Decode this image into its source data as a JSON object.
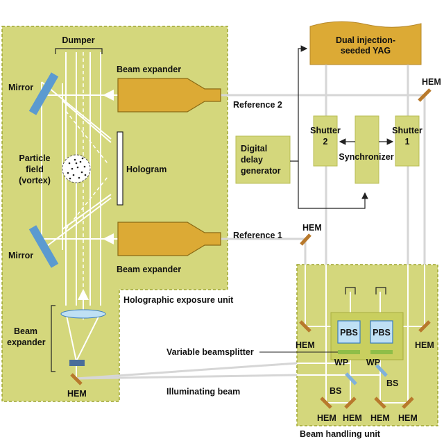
{
  "units": {
    "holographic_exposure": "Holographic exposure unit",
    "beam_handling": "Beam handling unit"
  },
  "components": {
    "laser_line1": "Dual injection-",
    "laser_line2": "seeded YAG",
    "dumper": "Dumper",
    "beam_expander_top": "Beam expander",
    "beam_expander_bottom": "Beam expander",
    "beam_expander_left_line1": "Beam",
    "beam_expander_left_line2": "expander",
    "mirror_top": "Mirror",
    "mirror_bottom": "Mirror",
    "particle_line1": "Particle",
    "particle_line2": "field",
    "particle_line3": "(vortex)",
    "hologram": "Hologram",
    "reference2": "Reference 2",
    "reference1": "Reference 1",
    "hem": "HEM",
    "shutter": "Shutter",
    "shutter2_num": "2",
    "shutter1_num": "1",
    "synchronizer": "Synchronizer",
    "delay_line1": "Digital",
    "delay_line2": "delay",
    "delay_line3": "generator",
    "pbs": "PBS",
    "wp": "WP",
    "bs": "BS",
    "variable_beamsplitter": "Variable beamsplitter",
    "illuminating_beam": "Illuminating beam"
  },
  "colors": {
    "unit_fill": "#d4d77c",
    "unit_border": "#9ea62e",
    "expander_fill": "#dcaa35",
    "expander_stroke": "#8a6a14",
    "mirror": "#5b9ad0",
    "hem": "#b8792c",
    "inner_box": "#c9cf5f",
    "beam": "#ffffff",
    "beam_outside": "#d6d6d6",
    "pbs_fill": "#bfe0f4",
    "pbs_stroke": "#3a7dbf",
    "wp": "#8fbe48"
  }
}
